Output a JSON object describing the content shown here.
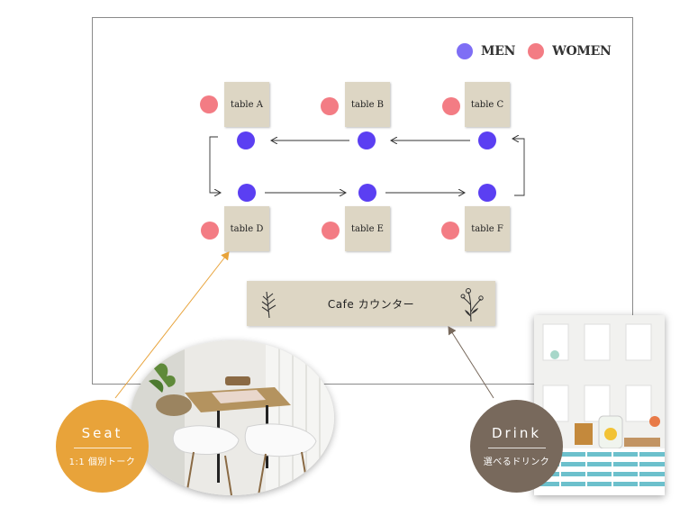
{
  "legend": {
    "men": "MEN",
    "women": "WOMEN",
    "men_color": "#7e6ef5",
    "women_color": "#f37c84"
  },
  "colors": {
    "man": "#5b3ff2",
    "woman": "#f37c84",
    "table": "#ddd6c4",
    "seat_badge": "#e8a33a",
    "drink_badge": "#78695c"
  },
  "tables": [
    {
      "label": "table A"
    },
    {
      "label": "table B"
    },
    {
      "label": "table C"
    },
    {
      "label": "table D"
    },
    {
      "label": "table E"
    },
    {
      "label": "table F"
    }
  ],
  "counter": {
    "label": "Cafe カウンター",
    "left_icon": "plant-icon",
    "right_icon": "flower-icon"
  },
  "seat": {
    "title": "Seat",
    "subtitle": "1:1 個別トーク",
    "photo": "cafe-table-chairs-photo"
  },
  "drink": {
    "title": "Drink",
    "subtitle": "選べるドリンク",
    "photo": "drink-counter-photo"
  }
}
